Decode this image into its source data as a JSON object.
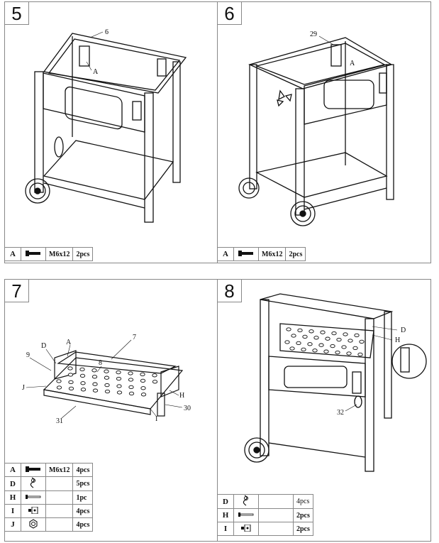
{
  "steps": [
    {
      "number": "5",
      "callouts": {
        "c1": "6",
        "c2": "A"
      }
    },
    {
      "number": "6",
      "callouts": {
        "c1": "29",
        "c2": "A"
      }
    },
    {
      "number": "7",
      "callouts": {
        "c1": "9",
        "c2": "D",
        "c3": "A",
        "c4": "7",
        "c5": "8",
        "c6": "J",
        "c7": "H",
        "c8": "30",
        "c9": "I",
        "c10": "31"
      }
    },
    {
      "number": "8",
      "callouts": {
        "c1": "D",
        "c2": "H",
        "c3": "32"
      }
    }
  ],
  "parts5": [
    {
      "code": "A",
      "icon": "bolt-icon",
      "spec": "M6x12",
      "qty": "2pcs"
    }
  ],
  "parts6": [
    {
      "code": "A",
      "icon": "bolt-icon",
      "spec": "M6x12",
      "qty": "2pcs"
    }
  ],
  "parts7": [
    {
      "code": "A",
      "icon": "bolt-icon",
      "spec": "M6x12",
      "qty": "4pcs"
    },
    {
      "code": "D",
      "icon": "r-pin-icon",
      "spec": "",
      "qty": "5pcs"
    },
    {
      "code": "H",
      "icon": "pin-icon",
      "spec": "",
      "qty": "1pc"
    },
    {
      "code": "I",
      "icon": "bracket-icon",
      "spec": "",
      "qty": "4pcs"
    },
    {
      "code": "J",
      "icon": "nut-icon",
      "spec": "",
      "qty": "4pcs"
    }
  ],
  "parts8": [
    {
      "code": "D",
      "icon": "r-pin-icon",
      "spec": "",
      "qty": "4pcs"
    },
    {
      "code": "H",
      "icon": "pin-icon",
      "spec": "",
      "qty": "2pcs"
    },
    {
      "code": "I",
      "icon": "bracket-icon",
      "spec": "",
      "qty": "2pcs"
    }
  ]
}
